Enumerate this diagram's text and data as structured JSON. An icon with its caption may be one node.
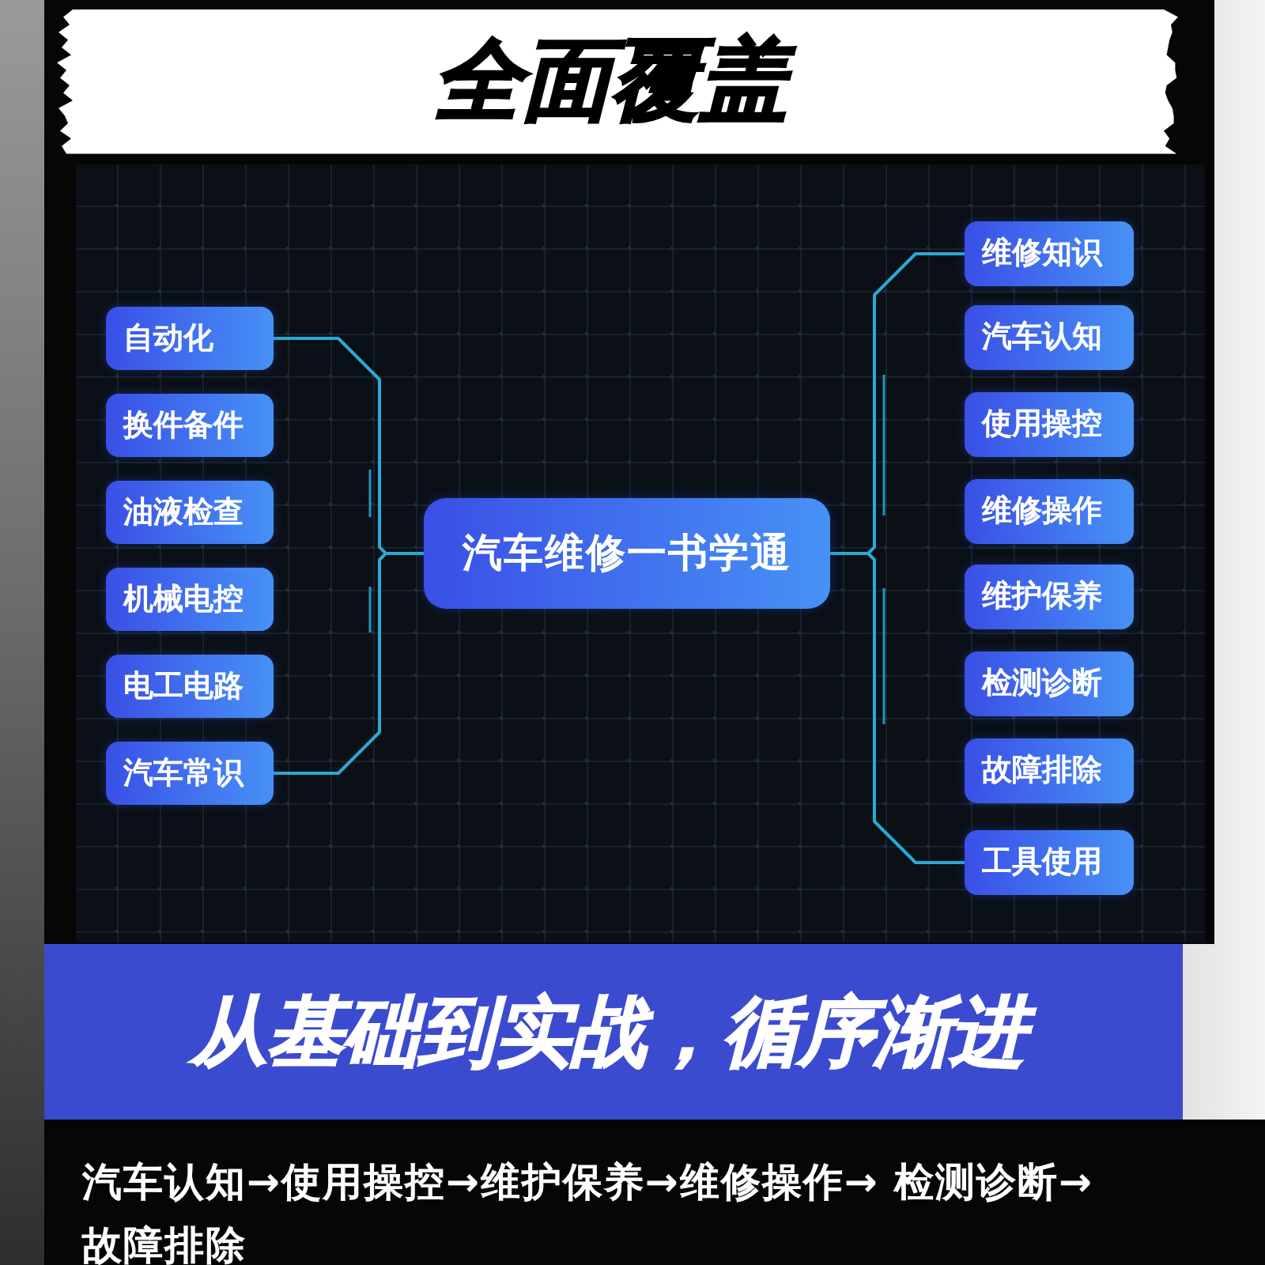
{
  "diagram": {
    "title": "全面覆盖",
    "nodes": [
      {
        "text": [
          "汽车维修一书学通"
        ]
      },
      {
        "text": [
          "自动化"
        ]
      },
      {
        "text": [
          "换件备件"
        ]
      },
      {
        "text": [
          "油液检查"
        ]
      },
      {
        "text": [
          "机械电控"
        ]
      },
      {
        "text": [
          "电工电路"
        ]
      },
      {
        "text": [
          "汽车常识"
        ]
      },
      {
        "text": [
          "维修知识"
        ]
      },
      {
        "text": [
          "汽车认知"
        ]
      },
      {
        "text": [
          "使用操控"
        ]
      },
      {
        "text": [
          "维修操作"
        ]
      },
      {
        "text": [
          "维护保养"
        ]
      },
      {
        "text": [
          "检测诊断"
        ]
      },
      {
        "text": [
          "故障排除"
        ]
      },
      {
        "text": [
          "工具使用"
        ]
      }
    ],
    "edges": [
      {
        "from": 0,
        "to": 1,
        "arrow": "none"
      },
      {
        "from": 0,
        "to": 6,
        "arrow": "none"
      },
      {
        "from": 0,
        "to": 7,
        "arrow": "none"
      },
      {
        "from": 0,
        "to": 14,
        "arrow": "none"
      }
    ],
    "labels": [
      "从基础到实战，循序渐进",
      "汽车认知→使用操控→维护保养→维修操作→ 检测诊断→故障排除"
    ]
  }
}
